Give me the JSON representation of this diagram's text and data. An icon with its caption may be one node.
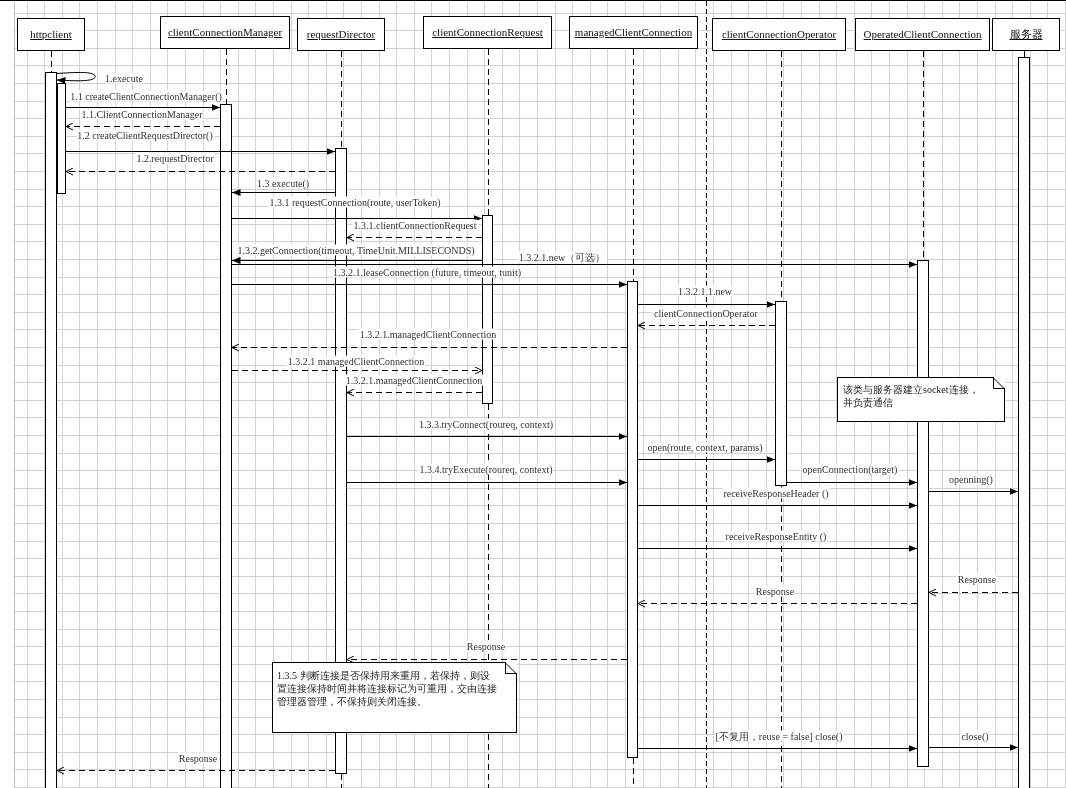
{
  "diagram": {
    "nodes": [
      {
        "text": [
          "httpclient"
        ]
      },
      {
        "text": [
          "clientConnectionManager"
        ]
      },
      {
        "text": [
          "requestDirector"
        ]
      },
      {
        "text": [
          "clientConnectionRequest"
        ]
      },
      {
        "text": [
          "managedClientConnection"
        ]
      },
      {
        "text": [
          "clientConnectionOperator"
        ]
      },
      {
        "text": [
          "OperatedClientConnection"
        ]
      },
      {
        "text": [
          "服务器"
        ]
      },
      {
        "text": [],
        "shape": "bar"
      },
      {
        "text": [],
        "shape": "bar"
      },
      {
        "text": [],
        "shape": "bar"
      },
      {
        "text": [],
        "shape": "bar"
      },
      {
        "text": [],
        "shape": "bar"
      },
      {
        "text": [],
        "shape": "bar"
      },
      {
        "text": [],
        "shape": "bar"
      },
      {
        "text": [],
        "shape": "bar"
      },
      {
        "text": [],
        "shape": "bar"
      },
      {
        "text": [
          "该类与服务器建立socket连接，并负责通信"
        ]
      },
      {
        "text": [
          "1.3.5 判断连接是否保持用来重用，若保持，则设置连接保持时间并将连接标记为可重用，交由连接管理器管理，不保持则关闭连接。"
        ]
      }
    ],
    "edges": [
      {
        "from": 8,
        "to": 8,
        "arrow": "to",
        "label": "1.execute"
      },
      {
        "from": 9,
        "to": 10,
        "arrow": "to",
        "label": "1.1 createClientConnectionManager()"
      },
      {
        "from": 10,
        "to": 9,
        "arrow": "to",
        "label": "1.1.ClientConnectionManager",
        "style": "dashed"
      },
      {
        "from": 9,
        "to": 11,
        "arrow": "to",
        "label": "1.2 createClientRequestDirector()"
      },
      {
        "from": 11,
        "to": 9,
        "arrow": "to",
        "label": "1.2.requestDirector",
        "style": "dashed"
      },
      {
        "from": 11,
        "to": 10,
        "arrow": "to",
        "label": "1.3 execute()"
      },
      {
        "from": 10,
        "to": 12,
        "arrow": "to",
        "label": "1.3.1 requestConnection(route, userToken)"
      },
      {
        "from": 12,
        "to": 11,
        "arrow": "to",
        "label": "1.3.1.clientConnectionRequest",
        "style": "dashed"
      },
      {
        "from": 12,
        "to": 10,
        "arrow": "to",
        "label": "1.3.2.getConnection(timeout, TimeUnit.MILLISECONDS)"
      },
      {
        "from": 10,
        "to": 15,
        "arrow": "to",
        "label": "1.3.2.1.new（可选）"
      },
      {
        "from": 10,
        "to": 13,
        "arrow": "to",
        "label": "1.3.2.1.leaseConnection (future, timeout, tunit)"
      },
      {
        "from": 13,
        "to": 14,
        "arrow": "to",
        "label": "1.3.2.1.1.new"
      },
      {
        "from": 14,
        "to": 13,
        "arrow": "to",
        "label": "clientConnectionOperator",
        "style": "dashed"
      },
      {
        "from": 13,
        "to": 10,
        "arrow": "to",
        "label": "1.3.2.1.managedClientConnection",
        "style": "dashed"
      },
      {
        "from": 10,
        "to": 12,
        "arrow": "to",
        "label": "1.3.2.1 managedClientConnection",
        "style": "dashed"
      },
      {
        "from": 12,
        "to": 11,
        "arrow": "to",
        "label": "1.3.2.1.managedClientConnection",
        "style": "dashed"
      },
      {
        "from": 11,
        "to": 13,
        "arrow": "to",
        "label": "1.3.3.tryConnect(roureq, context)"
      },
      {
        "from": 13,
        "to": 14,
        "arrow": "to",
        "label": "open(route, context, params)"
      },
      {
        "from": 11,
        "to": 13,
        "arrow": "to",
        "label": "1.3.4.tryExecute(roureq, context)"
      },
      {
        "from": 14,
        "to": 15,
        "arrow": "to",
        "label": "openConnection(target)"
      },
      {
        "from": 15,
        "to": 16,
        "arrow": "to",
        "label": "openning()"
      },
      {
        "from": 13,
        "to": 15,
        "arrow": "to",
        "label": "receiveResponseHeader ()"
      },
      {
        "from": 13,
        "to": 15,
        "arrow": "to",
        "label": "receiveResponseEntity ()"
      },
      {
        "from": 16,
        "to": 15,
        "arrow": "to",
        "label": "Response",
        "style": "dashed"
      },
      {
        "from": 15,
        "to": 13,
        "arrow": "to",
        "label": "Response",
        "style": "dashed"
      },
      {
        "from": 13,
        "to": 11,
        "arrow": "to",
        "label": "Response",
        "style": "dashed"
      },
      {
        "from": 13,
        "to": 15,
        "arrow": "to",
        "label": "[不复用，reuse = false] close()"
      },
      {
        "from": 15,
        "to": 16,
        "arrow": "to",
        "label": "close()"
      },
      {
        "from": 11,
        "to": 8,
        "arrow": "to",
        "label": "Response",
        "style": "dashed"
      },
      {
        "from": 0,
        "to": 8,
        "arrow": "none",
        "style": "dashed"
      },
      {
        "from": 1,
        "to": 10,
        "arrow": "none",
        "style": "dashed"
      },
      {
        "from": 2,
        "to": 11,
        "arrow": "none",
        "style": "dashed"
      },
      {
        "from": 3,
        "to": 12,
        "arrow": "none",
        "style": "dashed"
      },
      {
        "from": 4,
        "to": 13,
        "arrow": "none",
        "style": "dashed"
      },
      {
        "from": 5,
        "to": 14,
        "arrow": "none",
        "style": "dashed"
      },
      {
        "from": 6,
        "to": 15,
        "arrow": "none",
        "style": "dashed"
      },
      {
        "from": 7,
        "to": 16,
        "arrow": "none"
      },
      {
        "from": 11,
        "to": null,
        "arrow": "none",
        "style": "dashed"
      },
      {
        "from": 12,
        "to": null,
        "arrow": "none",
        "style": "dashed"
      },
      {
        "from": 13,
        "to": null,
        "arrow": "none",
        "style": "dashed"
      },
      {
        "from": 14,
        "to": null,
        "arrow": "none",
        "style": "dashed"
      }
    ]
  }
}
